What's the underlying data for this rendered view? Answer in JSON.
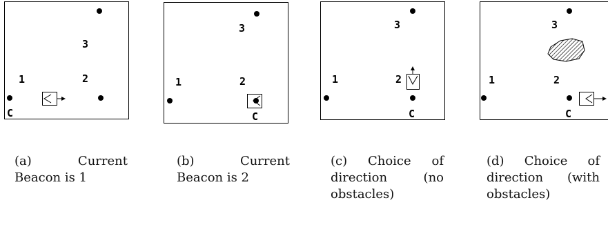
{
  "panels": [
    {
      "beacons": [
        {
          "id": "beacon-3",
          "label": "3"
        },
        {
          "id": "beacon-1",
          "label": "1"
        },
        {
          "id": "beacon-2",
          "label": "2"
        },
        {
          "id": "beacon-c",
          "label": "C"
        }
      ],
      "caption": "(a)   Current Beacon is 1"
    },
    {
      "beacons": [
        {
          "id": "beacon-3",
          "label": "3"
        },
        {
          "id": "beacon-1",
          "label": "1"
        },
        {
          "id": "beacon-2",
          "label": "2"
        },
        {
          "id": "beacon-c",
          "label": "C"
        }
      ],
      "caption": "(b)   Current Beacon is 2"
    },
    {
      "beacons": [
        {
          "id": "beacon-3",
          "label": "3"
        },
        {
          "id": "beacon-1",
          "label": "1"
        },
        {
          "id": "beacon-2",
          "label": "2"
        },
        {
          "id": "beacon-c",
          "label": "C"
        }
      ],
      "caption": "(c) Choice of direction (no obstacles)"
    },
    {
      "beacons": [
        {
          "id": "beacon-3",
          "label": "3"
        },
        {
          "id": "beacon-1",
          "label": "1"
        },
        {
          "id": "beacon-2",
          "label": "2"
        },
        {
          "id": "beacon-c",
          "label": "C"
        }
      ],
      "caption": "(d)   Choice of direction (with obstacles)"
    }
  ]
}
